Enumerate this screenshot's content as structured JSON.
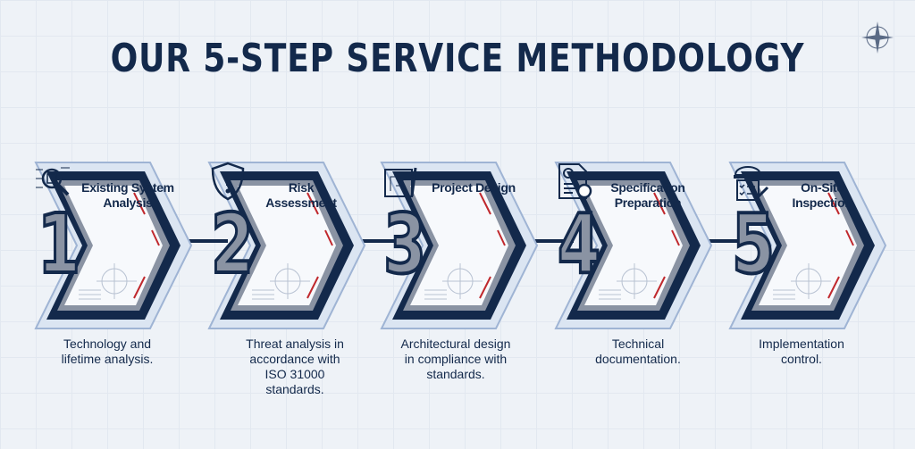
{
  "title": "OUR 5-STEP SERVICE METHODOLOGY",
  "steps": [
    {
      "number": "1",
      "label": "Existing System Analysis",
      "icon": "magnifier-chip-icon",
      "description": "Technology and\nlifetime analysis."
    },
    {
      "number": "2",
      "label": "Risk Assessment",
      "icon": "shield-warning-icon",
      "description": "Threat analysis in\naccordance with\nISO 31000\nstandards."
    },
    {
      "number": "3",
      "label": "Project Design",
      "icon": "blueprint-icon",
      "description": "Architectural design\nin compliance with\nstandards."
    },
    {
      "number": "4",
      "label": "Specification Preparation",
      "icon": "document-gears-icon",
      "description": "Technical\ndocumentation."
    },
    {
      "number": "5",
      "label": "On-Site Inspection",
      "icon": "hardhat-checklist-icon",
      "description": "Implementation\ncontrol."
    }
  ],
  "colors": {
    "navy": "#13294b",
    "gray": "#8a93a3",
    "accent": "#c0282d"
  }
}
